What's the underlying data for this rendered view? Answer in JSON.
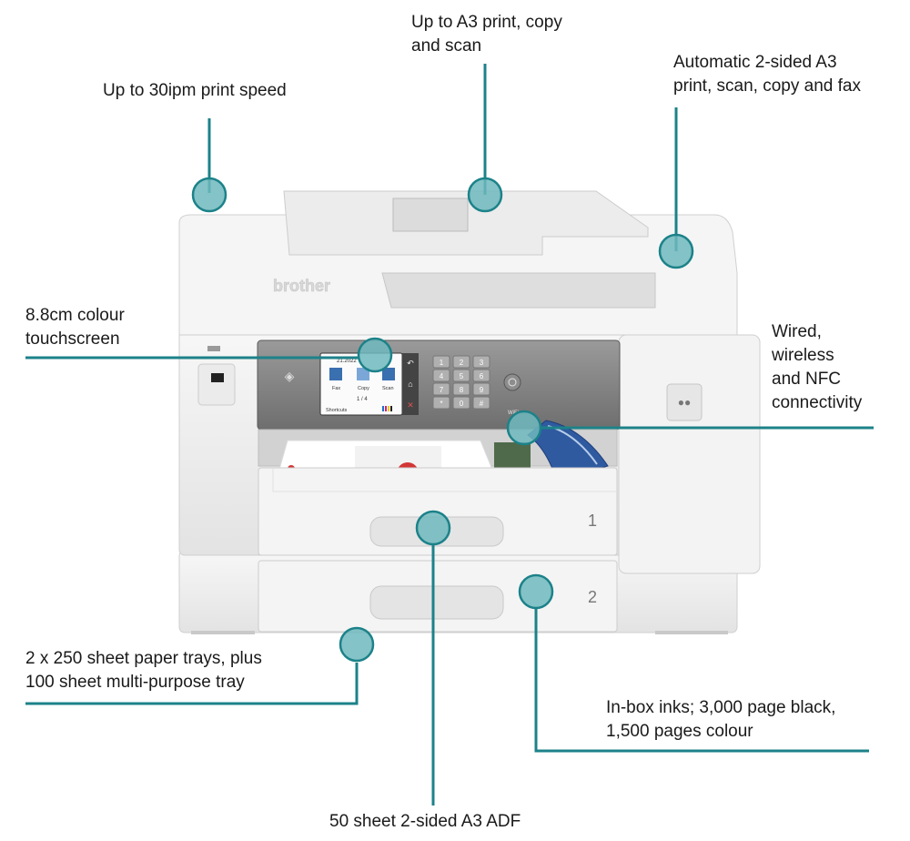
{
  "colors": {
    "callout_line": "#1c8289",
    "marker_fill": "#6fb8bd",
    "marker_stroke": "#1c8289",
    "printer_body": "#ededed",
    "printer_shadow": "#c9c9c9"
  },
  "brand_text": "brother",
  "panel": {
    "date": "21.2022",
    "items": [
      "Fax",
      "Copy",
      "Scan"
    ],
    "page": "1 / 4",
    "shortcuts": "Shortcuts",
    "wifi": "WiFi"
  },
  "keypad": [
    "1",
    "2",
    "3",
    "4",
    "5",
    "6",
    "7",
    "8",
    "9",
    "*",
    "0",
    "#"
  ],
  "tray_numbers": [
    "1",
    "2"
  ],
  "callouts": {
    "speed": [
      "Up to 30ipm print speed"
    ],
    "a3": [
      "Up to A3 print, copy",
      "and scan"
    ],
    "duplex": [
      "Automatic 2-sided A3",
      "print, scan, copy and fax"
    ],
    "touchscreen": [
      "8.8cm colour",
      "touchscreen"
    ],
    "connectivity": [
      "Wired,",
      "wireless",
      "and NFC",
      "connectivity"
    ],
    "trays": [
      "2 x 250 sheet paper trays, plus",
      "100 sheet multi-purpose tray"
    ],
    "inks": [
      "In-box inks; 3,000 page black,",
      "1,500 pages colour"
    ],
    "adf": [
      "50 sheet 2-sided A3 ADF"
    ]
  }
}
